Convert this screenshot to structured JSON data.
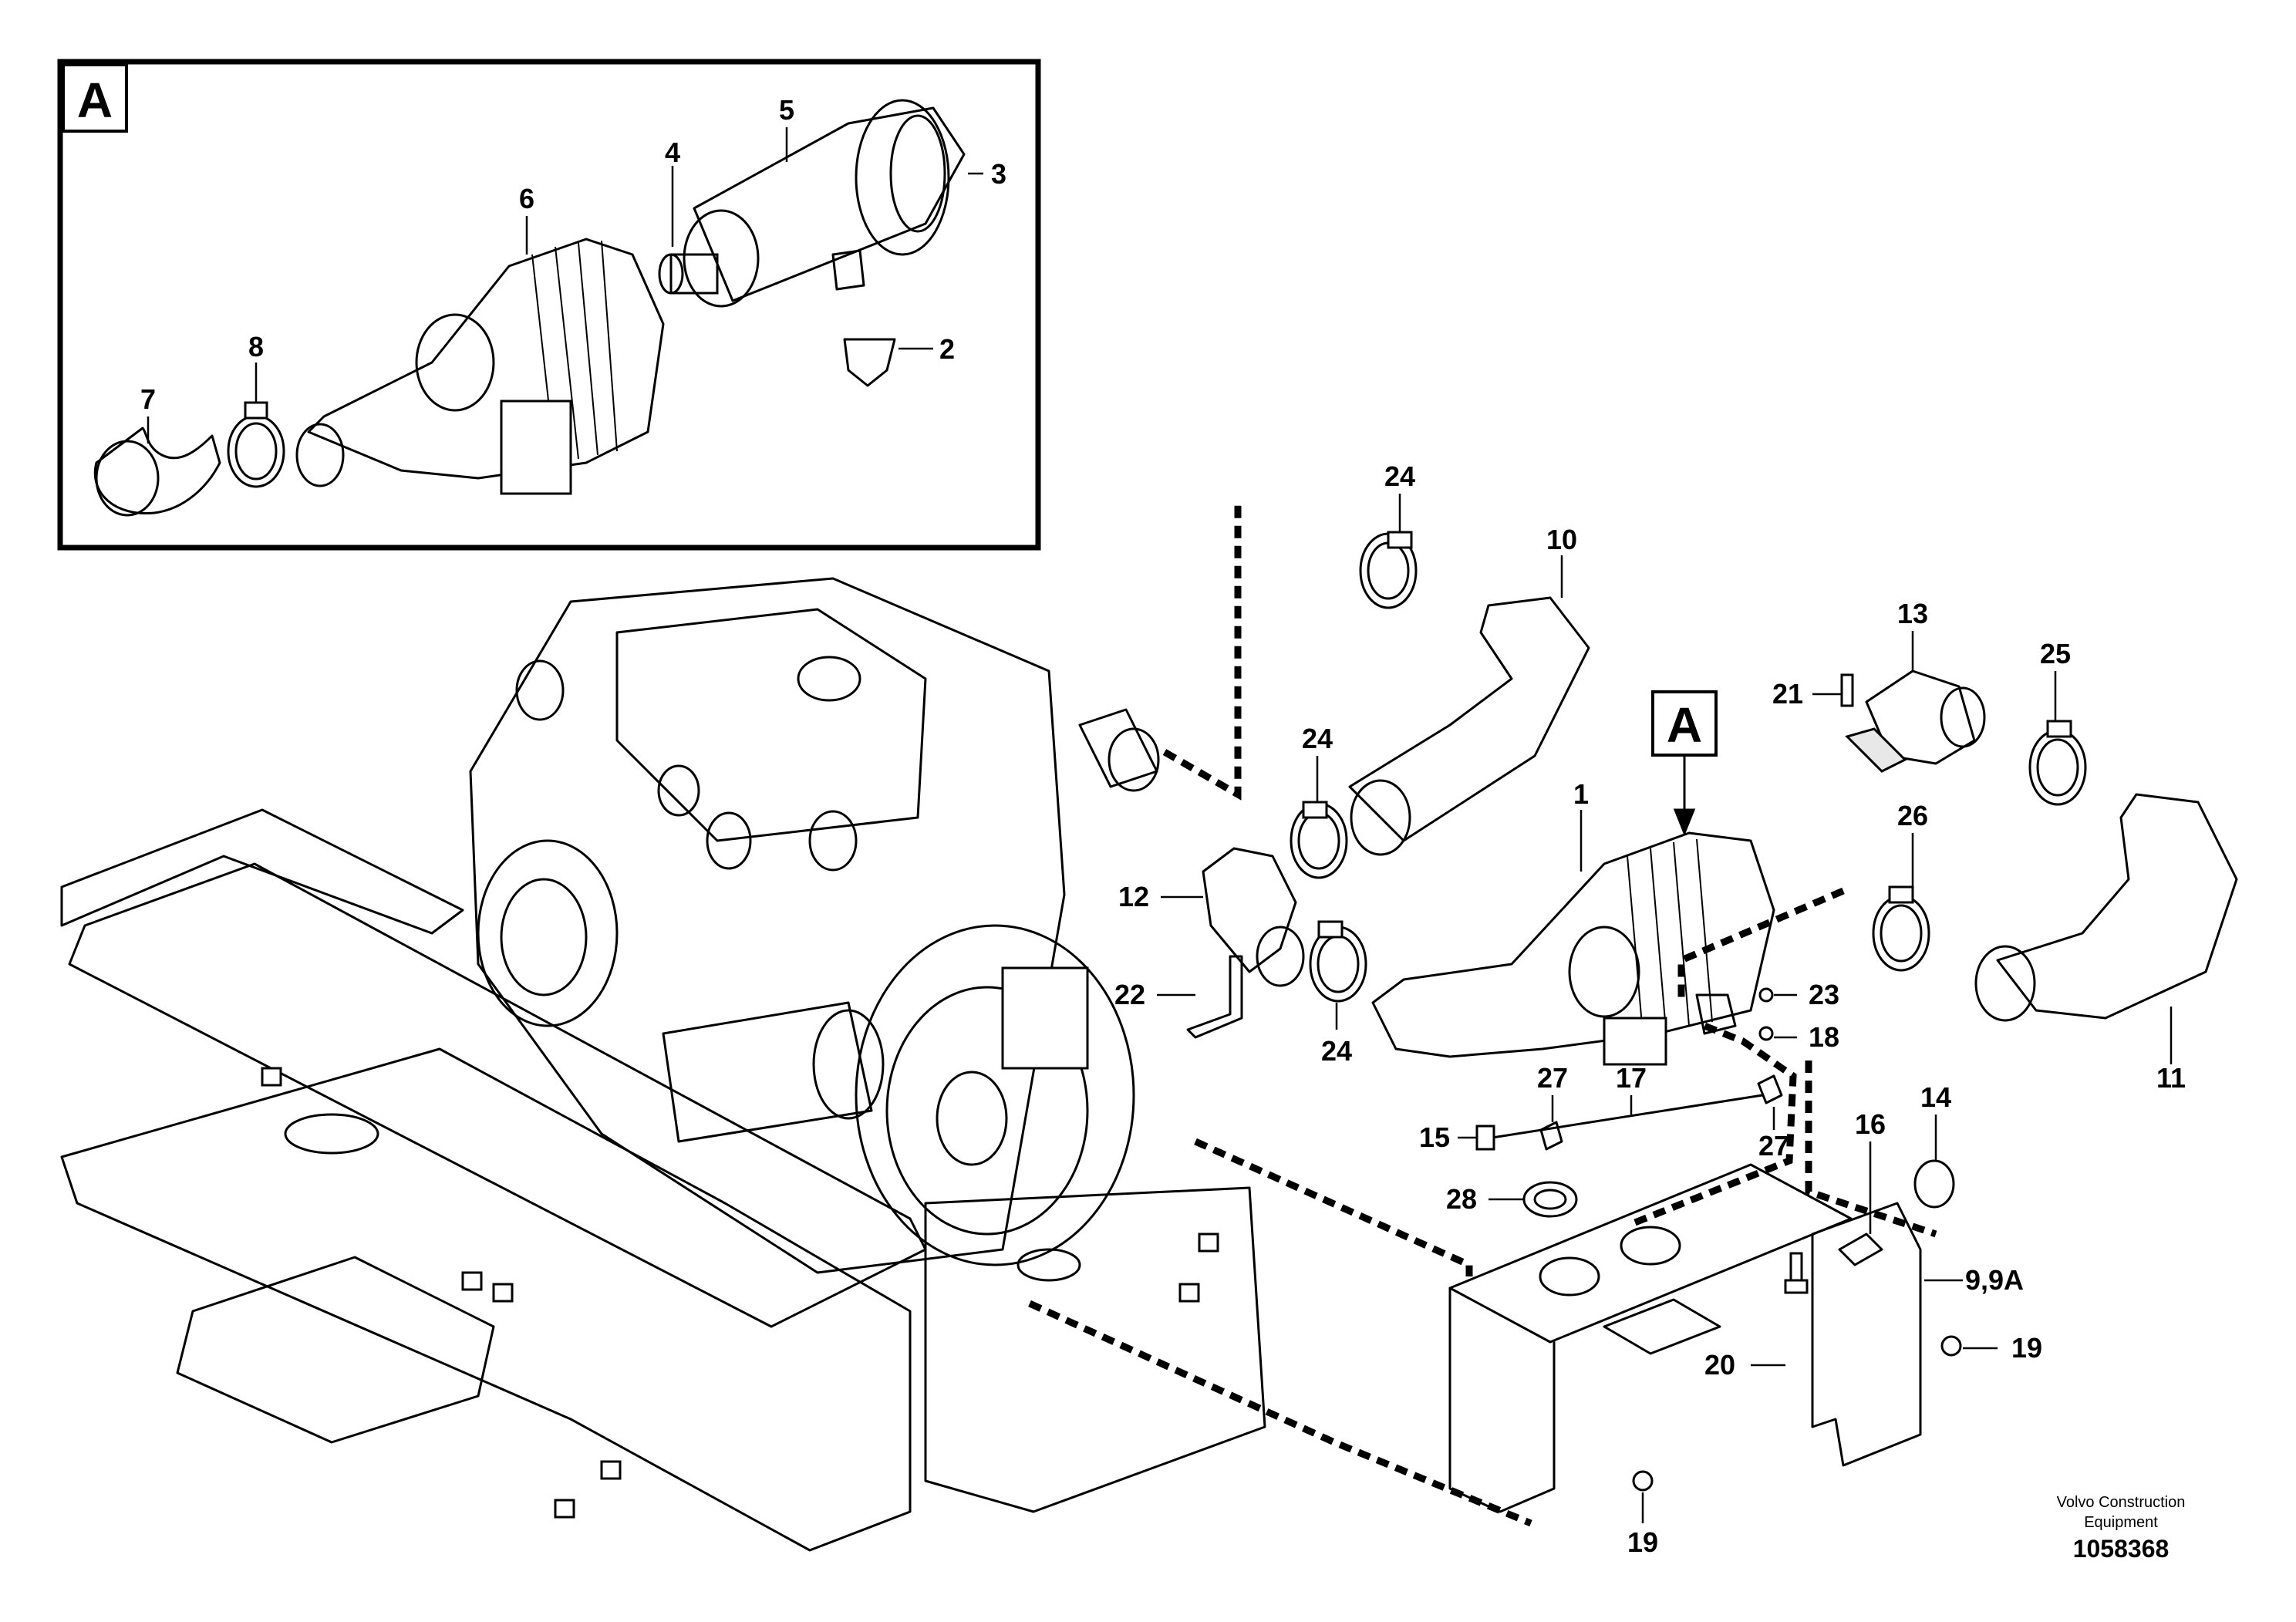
{
  "detail_view": {
    "letter": "A"
  },
  "main_view": {
    "letter": "A"
  },
  "detail_labels": [
    "5",
    "4",
    "3",
    "6",
    "2",
    "8",
    "7"
  ],
  "main_labels": [
    "24",
    "10",
    "13",
    "25",
    "21",
    "24",
    "A",
    "1",
    "26",
    "12",
    "22",
    "23",
    "18",
    "24",
    "11",
    "27",
    "17",
    "15",
    "27",
    "14",
    "16",
    "28",
    "9,9A",
    "19",
    "20",
    "19"
  ],
  "footer": {
    "company": "Volvo Construction Equipment",
    "drawing_number": "1058368"
  }
}
